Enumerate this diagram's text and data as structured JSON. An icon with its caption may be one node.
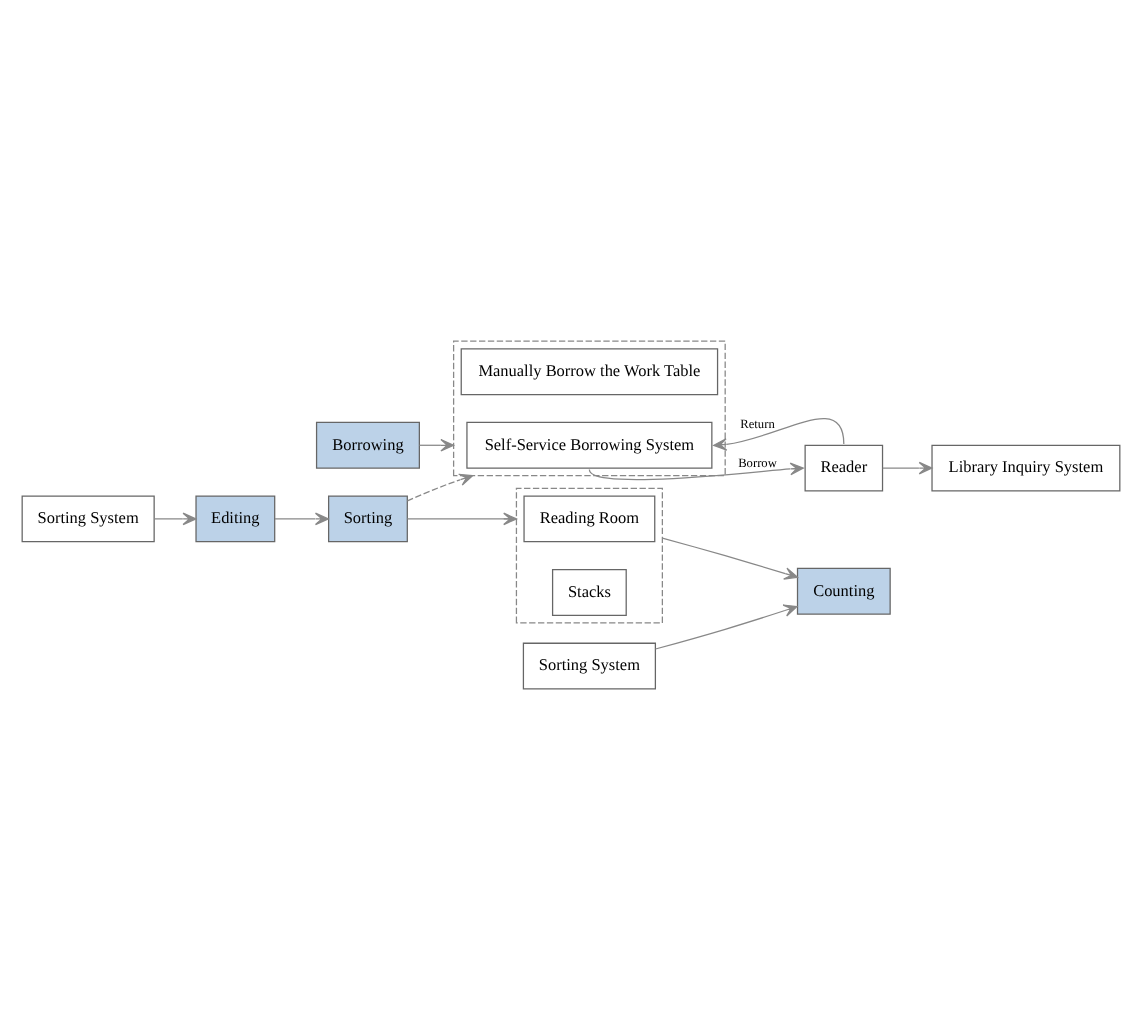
{
  "diagram": {
    "nodes": [
      {
        "text": [
          "Sorting System"
        ]
      },
      {
        "text": [
          "Editing"
        ]
      },
      {
        "text": [
          "Sorting"
        ]
      },
      {
        "text": [],
        "shape": "box"
      },
      {
        "text": [
          "Reading Room"
        ],
        "in": 3
      },
      {
        "text": [
          "Stacks"
        ],
        "in": 3
      },
      {
        "text": [
          "Sorting System"
        ]
      },
      {
        "text": [
          "Counting"
        ]
      },
      {
        "text": [
          "Borrowing"
        ]
      },
      {
        "text": [],
        "shape": "box"
      },
      {
        "text": [
          "Manually Borrow the Work Table"
        ],
        "in": 9
      },
      {
        "text": [
          "Self-Service Borrowing System"
        ],
        "in": 9
      },
      {
        "text": [
          "Library Inquiry System"
        ]
      },
      {
        "text": [
          "Reader"
        ]
      }
    ],
    "edges": [
      {
        "from": 0,
        "to": 1,
        "arrow": "to"
      },
      {
        "from": 1,
        "to": 2,
        "arrow": "to"
      },
      {
        "from": 2,
        "to": 3,
        "arrow": "to"
      },
      {
        "from": 3,
        "to": 7,
        "arrow": "to"
      },
      {
        "from": 6,
        "to": 7,
        "arrow": "to"
      },
      {
        "from": 2,
        "to": 9,
        "arrow": "to",
        "style": "dashed"
      },
      {
        "from": 8,
        "to": 9,
        "arrow": "to"
      },
      {
        "from": 13,
        "to": 11,
        "arrow": "to",
        "label": "Return"
      },
      {
        "from": 11,
        "to": 13,
        "arrow": "to",
        "label": "Borrow"
      },
      {
        "from": 13,
        "to": 12,
        "arrow": "to"
      }
    ]
  }
}
